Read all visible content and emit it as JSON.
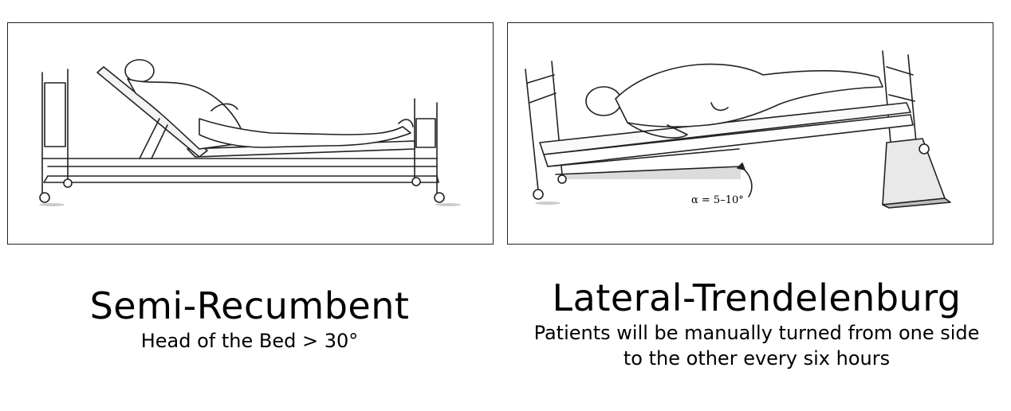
{
  "left": {
    "title": "Semi-Recumbent",
    "subtitle": "Head of the Bed > 30°"
  },
  "right": {
    "title": "Lateral-Trendelenburg",
    "subtitle_line1": "Patients will be manually turned from one side",
    "subtitle_line2": "to the other every six hours",
    "angle_annotation": "α = 5–10°"
  }
}
